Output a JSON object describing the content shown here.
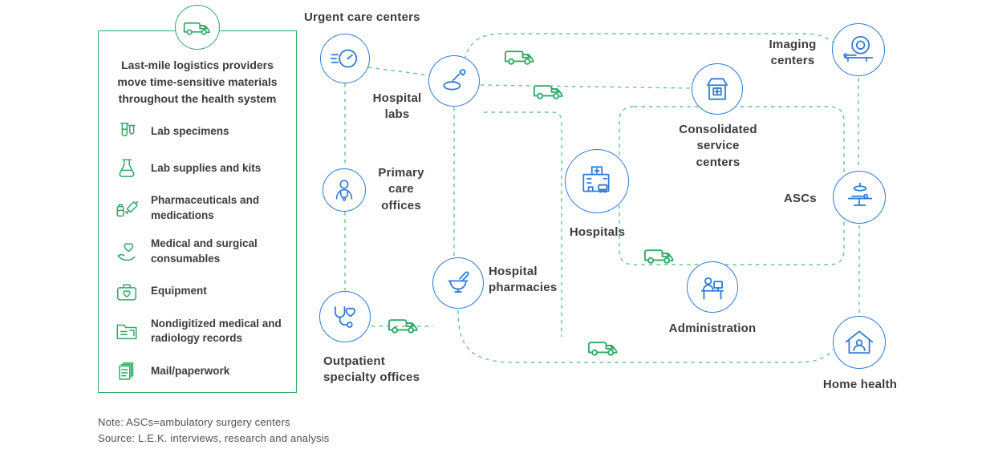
{
  "legend": {
    "title": "Last-mile logistics providers move time-sensitive materials throughout the health system",
    "van_icon": "delivery-van-icon",
    "items": [
      {
        "icon": "test-tubes-icon",
        "label": "Lab specimens"
      },
      {
        "icon": "flask-icon",
        "label": "Lab supplies and kits"
      },
      {
        "icon": "syringe-vial-icon",
        "label": "Pharmaceuticals and medications"
      },
      {
        "icon": "hand-heart-icon",
        "label": "Medical and surgical consumables"
      },
      {
        "icon": "first-aid-kit-icon",
        "label": "Equipment"
      },
      {
        "icon": "folder-records-icon",
        "label": "Nondigitized medical and radiology records"
      },
      {
        "icon": "papers-icon",
        "label": "Mail/paperwork"
      }
    ]
  },
  "nodes": [
    {
      "id": "urgent-care-centers",
      "label": "Urgent care centers",
      "icon": "speedometer-icon"
    },
    {
      "id": "hospital-labs",
      "label": "Hospital labs",
      "icon": "pipette-dish-icon"
    },
    {
      "id": "primary-care-offices",
      "label": "Primary care offices",
      "icon": "doctor-icon"
    },
    {
      "id": "outpatient-specialty-offices",
      "label": "Outpatient specialty offices",
      "icon": "stethoscope-heart-icon"
    },
    {
      "id": "hospital-pharmacies",
      "label": "Hospital pharmacies",
      "icon": "mortar-pestle-icon"
    },
    {
      "id": "hospitals",
      "label": "Hospitals",
      "icon": "hospital-building-icon"
    },
    {
      "id": "consolidated-service-centers",
      "label": "Consolidated service centers",
      "icon": "service-building-icon"
    },
    {
      "id": "imaging-centers",
      "label": "Imaging centers",
      "icon": "mri-scanner-icon"
    },
    {
      "id": "ascs",
      "label": "ASCs",
      "icon": "surgery-table-icon"
    },
    {
      "id": "administration",
      "label": "Administration",
      "icon": "admin-desk-icon"
    },
    {
      "id": "home-health",
      "label": "Home health",
      "icon": "home-care-icon"
    }
  ],
  "notes": {
    "note": "Note: ASCs=ambulatory surgery centers",
    "source": "Source: L.E.K. interviews, research and analysis"
  },
  "colors": {
    "green": "#2fa967",
    "blue": "#2e7cd6",
    "text": "#3f3f3f"
  }
}
